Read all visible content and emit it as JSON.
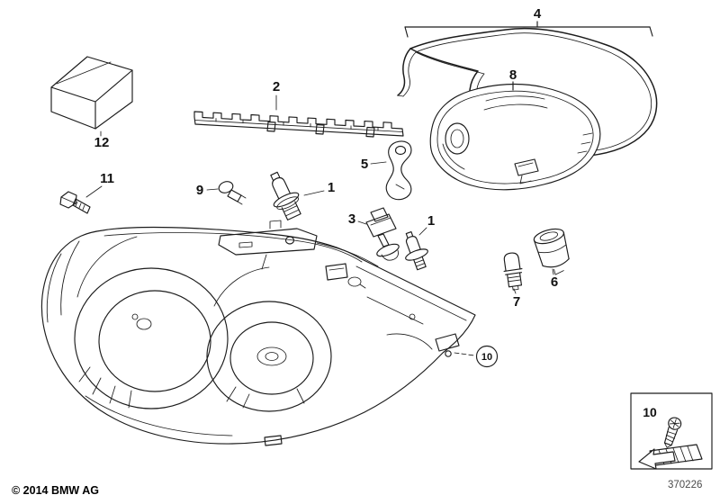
{
  "diagram": {
    "background_color": "#ffffff",
    "line_color": "#1c1c1c"
  },
  "callouts": {
    "item1_bulb_a": "1",
    "item1_bulb_b": "1",
    "item2_trim_strip": "2",
    "item3_bulb_socket": "3",
    "item4_gasket": "4",
    "item5_bracket": "5",
    "item6_cap": "6",
    "item7_bulb": "7",
    "item8_cover": "8",
    "item9_bulb": "9",
    "item10_screw": "10",
    "item11_screw": "11",
    "item12_box": "12"
  },
  "inset": {
    "label": "10",
    "icon": "screw-icon",
    "symbol": "replacement-part-arrow-icon"
  },
  "footer": {
    "copyright": "© 2014 BMW AG",
    "diagram_number": "370226"
  }
}
